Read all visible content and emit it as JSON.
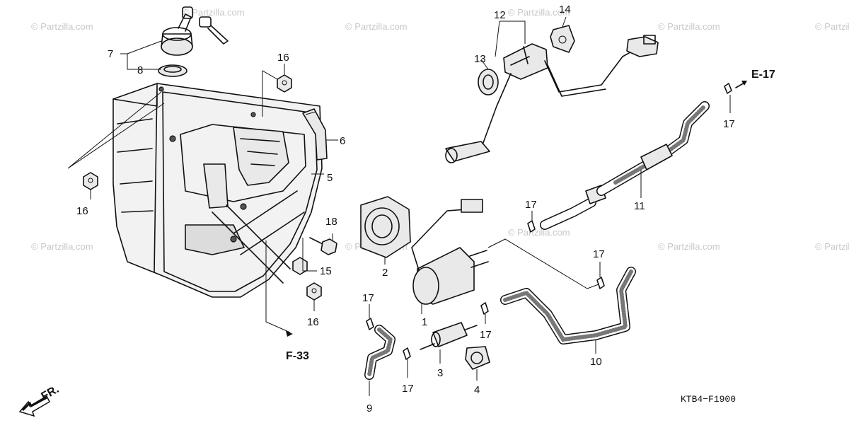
{
  "watermark": "© Partzilla.com",
  "diagram_code": "KTB4−F1900",
  "front_arrow_label": "FR.",
  "refs": {
    "e17": "E-17",
    "f33": "F-33"
  },
  "callouts": {
    "c1": "1",
    "c2": "2",
    "c3": "3",
    "c4": "4",
    "c5": "5",
    "c6": "6",
    "c7": "7",
    "c8": "8",
    "c9": "9",
    "c10": "10",
    "c11": "11",
    "c12": "12",
    "c13": "13",
    "c14": "14",
    "c15": "15",
    "c16a": "16",
    "c16b": "16",
    "c16c": "16",
    "c17a": "17",
    "c17b": "17",
    "c17c": "17",
    "c17d": "17",
    "c17e": "17",
    "c17f": "17",
    "c18": "18"
  }
}
